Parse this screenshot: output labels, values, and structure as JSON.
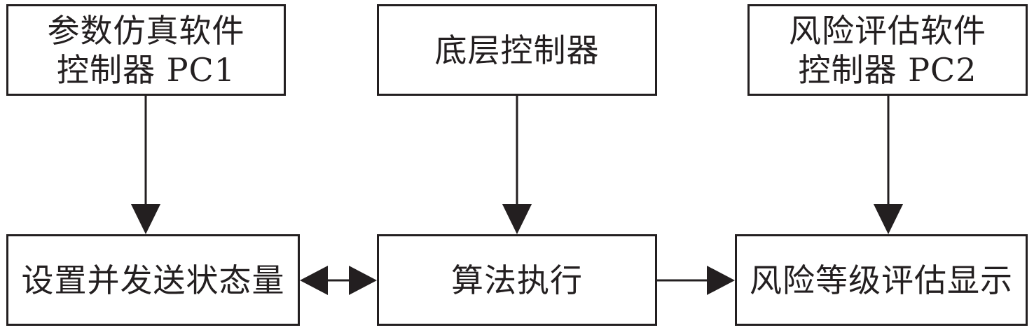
{
  "top_boxes": {
    "pc1": {
      "line1": "参数仿真软件",
      "line2": "控制器 PC1"
    },
    "low": {
      "text": "底层控制器"
    },
    "pc2": {
      "line1": "风险评估软件",
      "line2": "控制器 PC2"
    }
  },
  "bottom_boxes": {
    "state": {
      "text": "设置并发送状态量"
    },
    "algo": {
      "text": "算法执行"
    },
    "risk": {
      "text": "风险等级评估显示"
    }
  }
}
